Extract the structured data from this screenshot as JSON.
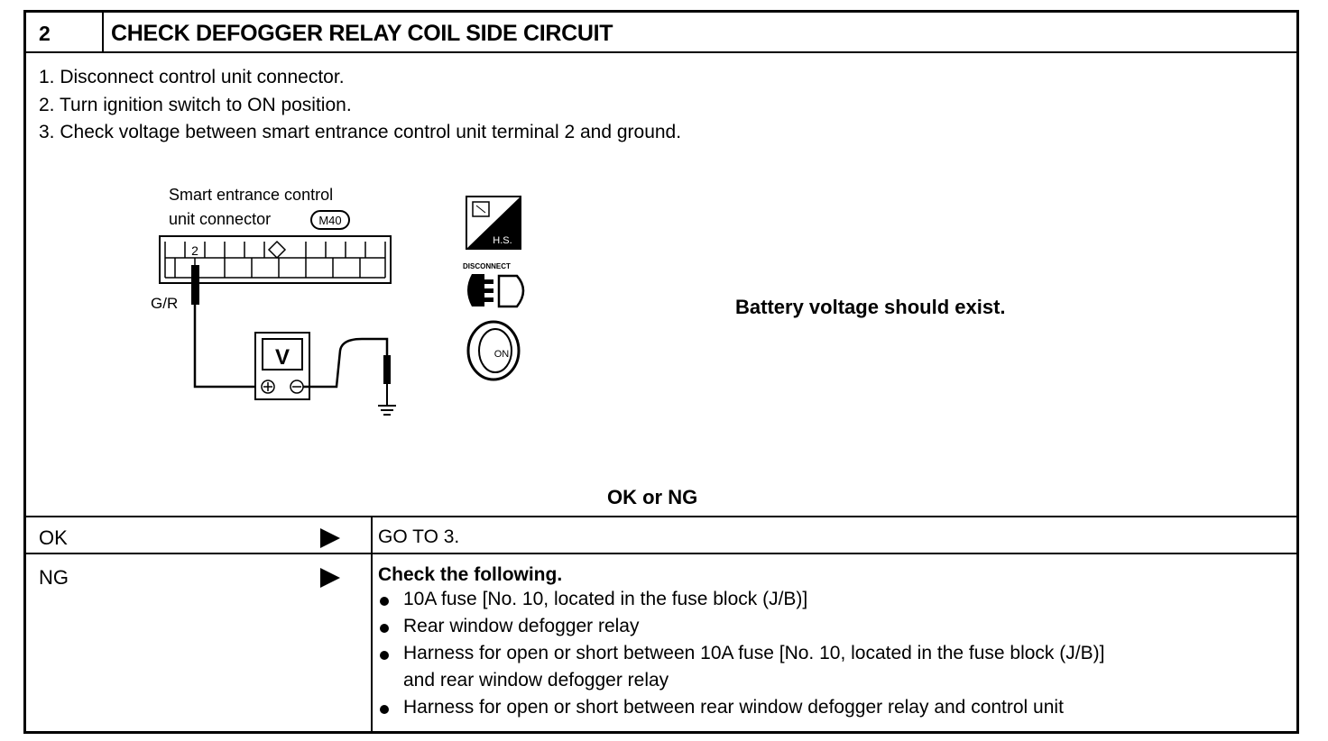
{
  "header": {
    "step_number": "2",
    "title": "CHECK DEFOGGER RELAY COIL SIDE CIRCUIT"
  },
  "steps": [
    "1.  Disconnect control unit connector.",
    "2.  Turn ignition switch to ON position.",
    "3.  Check voltage between smart entrance control unit terminal 2 and ground."
  ],
  "diagram": {
    "connector_label_line1": "Smart  entrance  control",
    "connector_label_line2": "unit  connector",
    "connector_id": "M40",
    "terminal": "2",
    "wire_color": "G/R",
    "meter_symbol": "V",
    "icons": {
      "harness_side_label": "H.S.",
      "disconnect_label": "DISCONNECT",
      "ignition_label": "ON"
    }
  },
  "result": "Battery voltage should exist.",
  "decision": "OK or NG",
  "ok_row": {
    "label": "OK",
    "action": "GO TO 3."
  },
  "ng_row": {
    "label": "NG",
    "heading": "Check the following.",
    "items": [
      "10A fuse [No. 10, located in the fuse block (J/B)]",
      "Rear window defogger relay",
      "Harness for open or short between 10A fuse [No. 10, located in the fuse block (J/B)]",
      "Harness for open or short between rear window defogger relay and control unit"
    ],
    "item3_continuation": "and rear window defogger relay"
  }
}
